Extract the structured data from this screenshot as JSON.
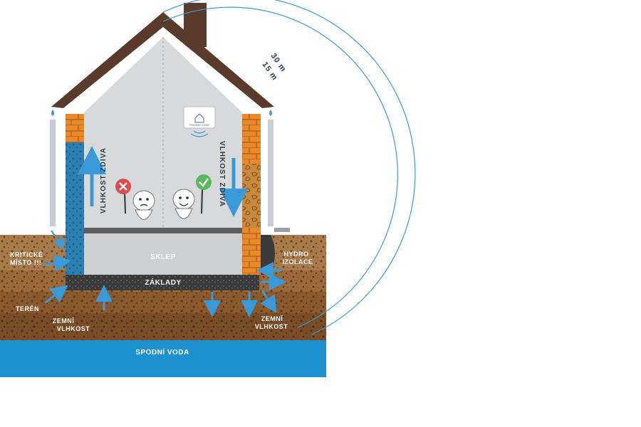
{
  "labels": {
    "range_outer": "30 m",
    "range_inner": "15 m",
    "wall_moisture_left": "VLHKOST ZDIVA",
    "wall_moisture_right": "VLHKOST ZDIVA",
    "basement": "SKLEP",
    "foundations": "ZÁKLADY",
    "critical_line1": "KRITICKÉ",
    "critical_line2": "MÍSTO !!!",
    "terrain": "TERÉN",
    "ground_moisture_left_1": "ZEMNÍ",
    "ground_moisture_left_2": "VLHKOST",
    "ground_moisture_right_1": "ZEMNÍ",
    "ground_moisture_right_2": "VLHKOST",
    "hydro_line1": "HYDRO",
    "hydro_line2": "IZOLACE",
    "groundwater": "SPODNÍ VODA",
    "device_brand": "TRANSMIT HOME"
  },
  "icons": {
    "bad_badge": "x-mark-icon",
    "good_badge": "check-mark-icon",
    "device": "wifi-sensor-icon"
  },
  "colors": {
    "roof": "#5a3a2a",
    "wall_interior": "#d9dadb",
    "brick": "#e98a2a",
    "wet_wall": "#2d7fb3",
    "soil": "#8a5a2e",
    "groundwater": "#1d90d0",
    "arrow": "#3a9ad9",
    "bad": "#e04a4a",
    "good": "#5cb85c"
  }
}
